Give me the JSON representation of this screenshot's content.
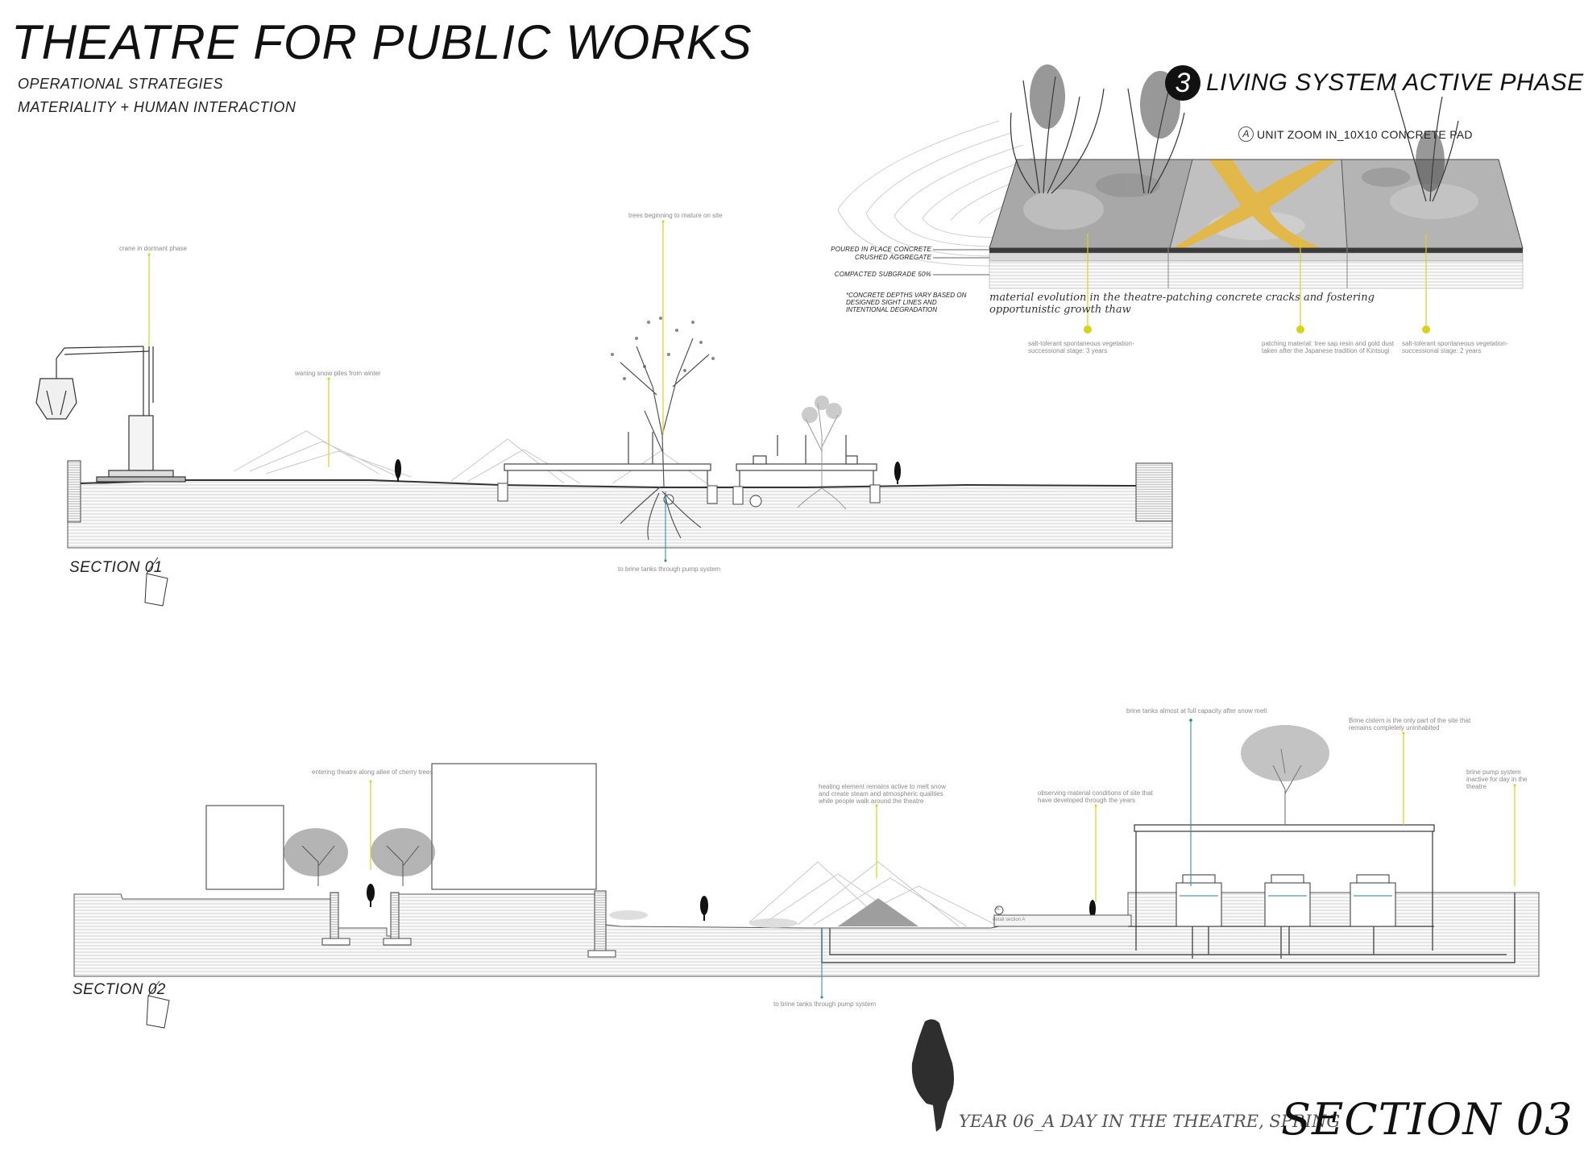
{
  "header": {
    "title": "THEATRE FOR PUBLIC WORKS",
    "subtitle_1": "OPERATIONAL STRATEGIES",
    "subtitle_2": "MATERIALITY + HUMAN INTERACTION"
  },
  "phase": {
    "number": "3",
    "title": "LIVING SYSTEM ACTIVE PHASE",
    "zoom_letter": "A",
    "zoom_label": "UNIT ZOOM IN_10X10 CONCRETE PAD"
  },
  "layers": {
    "poured": "POURED IN PLACE CONCRETE",
    "aggregate": "CRUSHED AGGREGATE",
    "subgrade": "COMPACTED SUBGRADE 50%",
    "note": "*CONCRETE DEPTHS VARY BASED ON DESIGNED SIGHT LINES AND INTENTIONAL DEGRADATION"
  },
  "material_note": "material evolution in the theatre-patching concrete cracks and fostering opportunistic growth thaw",
  "pad_annotations": [
    "salt-tolerant spontaneous vegetation-successional stage: 3 years",
    "patching material: tree sap resin and gold dust taken after the Japanese tradition of Kintsugi",
    "salt-tolerant spontaneous vegetation-successional stage: 2 years"
  ],
  "section01": {
    "label": "SECTION 01",
    "annotations": {
      "crane": "crane in dormant phase",
      "snow": "waning snow piles from winter",
      "trees": "trees beginning to mature on site",
      "pump": "to brine tanks through pump system"
    }
  },
  "section02": {
    "label": "SECTION 02",
    "annotations": {
      "cherry": "entering theatre along allee of cherry trees",
      "heating": "heating element remains active to melt snow and create steam and atmospheric qualities while people walk around the theatre",
      "observing": "observing material conditions of site that have developed through the years",
      "brine_full": "brine tanks almost at full capacity after snow melt",
      "cistern": "Brine cistern is the only part of the site that remains completely uninhabited",
      "pump_inactive": "brine pump system inactive for day in the theatre",
      "pump": "to brine tanks through pump system",
      "pad_callout": "A",
      "pad_detail": "detail section A"
    }
  },
  "footer": {
    "subtitle": "YEAR 06_A DAY IN THE THEATRE, SPRING",
    "title": "SECTION 03"
  },
  "colors": {
    "accent_yellow": "#d8d21a",
    "accent_blue": "#2a7fb8",
    "gold_patch": "#e2b84a",
    "ink": "#111111"
  }
}
